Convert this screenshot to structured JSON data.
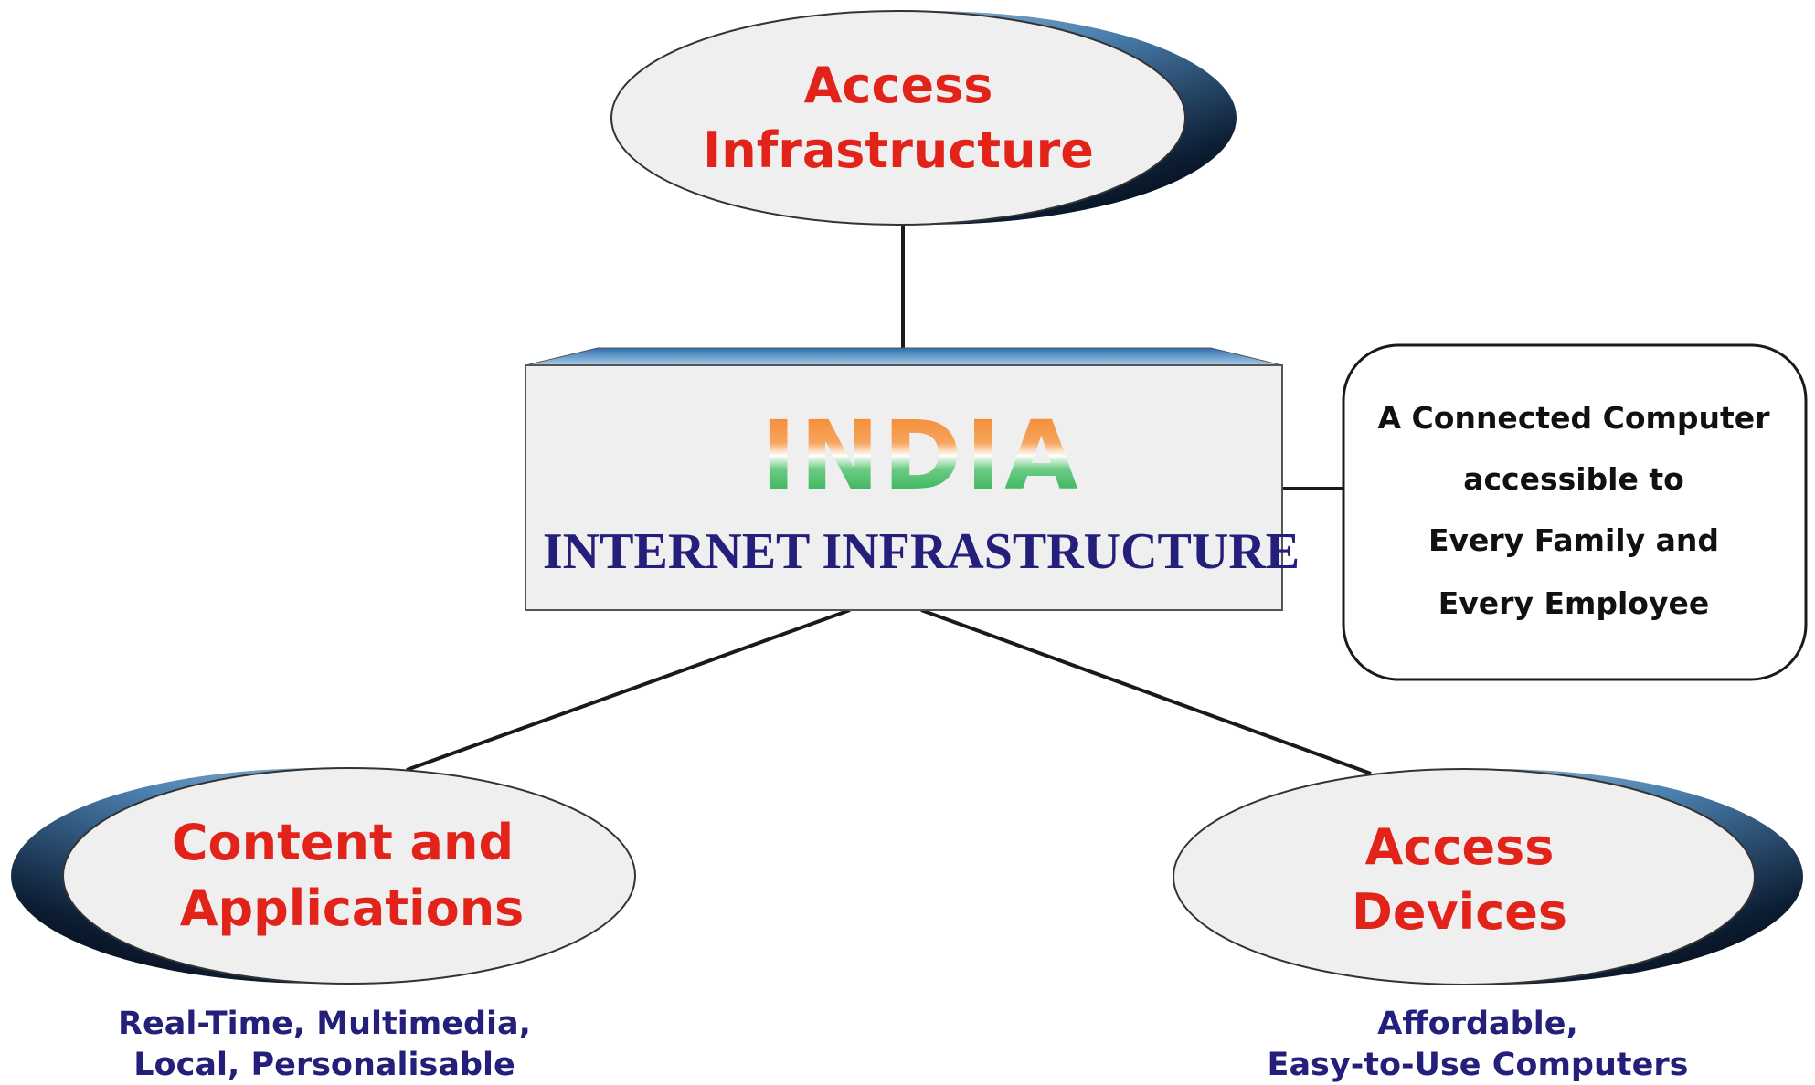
{
  "top_node": {
    "line1": "Access",
    "line2": "Infrastructure"
  },
  "center_node": {
    "title": "INDIA",
    "subtitle": "INTERNET INFRASTRUCTURE"
  },
  "side_node": {
    "line1": "A Connected Computer",
    "line2": "accessible to",
    "line3": "Every Family and",
    "line4": "Every Employee"
  },
  "left_node": {
    "line1": "Content and",
    "line2": "Applications",
    "caption1": "Real-Time, Multimedia,",
    "caption2": "Local, Personalisable"
  },
  "right_node": {
    "line1": "Access",
    "line2": "Devices",
    "caption1": "Affordable,",
    "caption2": "Easy-to-Use Computers"
  },
  "colors": {
    "node_text": "#e2231a",
    "caption_text": "#231f7a",
    "india_saffron": "#f47f20",
    "india_green": "#12a33a"
  }
}
